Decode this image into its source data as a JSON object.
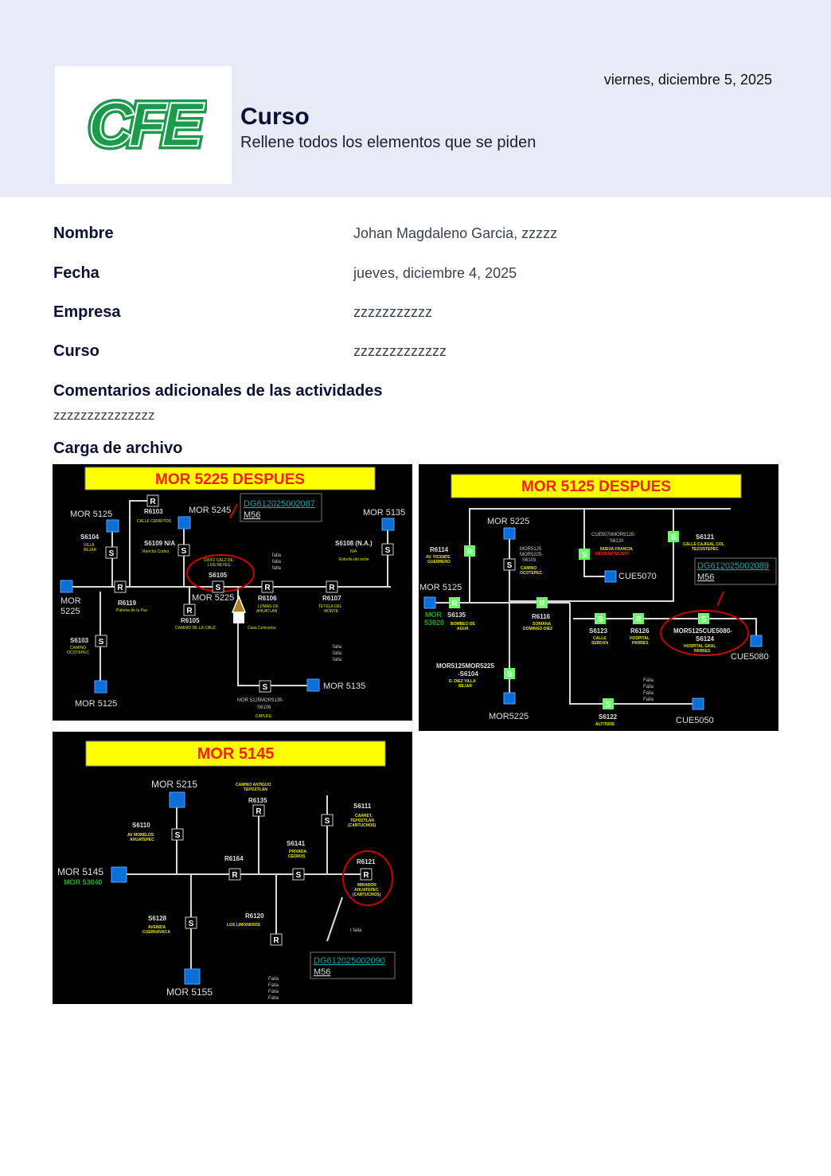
{
  "header": {
    "logo_text": "CFE",
    "title": "Curso",
    "subtitle": "Rellene todos los elementos que se piden",
    "date": "viernes, diciembre 5, 2025"
  },
  "fields": [
    {
      "label": "Nombre",
      "value": "Johan Magdaleno Garcia, zzzzz"
    },
    {
      "label": "Fecha",
      "value": "jueves, diciembre 4, 2025"
    },
    {
      "label": "Empresa",
      "value": "zzzzzzzzzzz"
    },
    {
      "label": "Curso",
      "value": "zzzzzzzzzzzzz"
    }
  ],
  "comments": {
    "label": "Comentarios adicionales de las actividades",
    "value": "zzzzzzzzzzzzzzz"
  },
  "upload": {
    "label": "Carga de archivo",
    "images": [
      {
        "title": "MOR 5225 DESPUES",
        "labels": {
          "mor5125_top": "MOR  5125",
          "r6103": "R6103",
          "r6103_loc": "CALLE CERRITOS",
          "mor5245": "MOR  5245",
          "ticket": "DG612025002087",
          "ticket_code": "M56",
          "mor5135_top": "MOR  5135",
          "s6104": "S6104",
          "s6104_loc1": "VILLA",
          "s6104_loc2": "BEJAR",
          "s6109": "S6109 N/A",
          "s6109_loc": "Rancho Cortez",
          "s6105_loc1": "OXXO  CALZ DE",
          "s6105_loc2": "LOS REYES",
          "s6105": "S6105",
          "s6108": "S6108 (N.A.)",
          "s6108_loc1": "N/A",
          "s6108_loc2": "Estrella del norte",
          "mor5225_a": "MOR",
          "mor5225_b": "5225",
          "r6119": "R6119",
          "r6119_loc": "Paloma de la Paz",
          "mor5225_mid": "MOR  5225",
          "r6105": "R6105",
          "r6105_loc": "CAMINO DE LA CRUZ",
          "r6106": "R6106",
          "r6106_loc1": "LOMAS DE",
          "r6106_loc2": "AHUATLAN",
          "r6107": "R6107",
          "r6107_loc1": "TETELA DEL",
          "r6107_loc2": "MONTE",
          "casa": "Casa Ceniceros",
          "s6103": "S6103",
          "s6103_loc1": "CAMINO",
          "s6103_loc2": "OCOTEPEC",
          "mor5135_bottom": "MOR  5135",
          "s6106_a": "MOR 5225MOR5135-",
          "s6106_b": "S6106",
          "s6106_loc": "CAPUFE",
          "mor5125_bottom": "MOR 5125",
          "falla": "falla"
        }
      },
      {
        "title": "MOR 5125 DESPUES",
        "labels": {
          "mor5225_top": "MOR 5225",
          "r6114": "R6114",
          "r6114_loc1": "AV. VICENTE",
          "r6114_loc2": "GUERRERO",
          "s6103_a": "MOR5125",
          "s6103_b": "MOR5225-",
          "s6103_c": "S6103",
          "s6103_loc1": "CAMINO",
          "s6103_loc2": "OCOTEPEC",
          "s6120_a": "CUE5070MOR5125-",
          "s6120_b": "S6120",
          "s6120_loc": "NUEVA FRANCIA",
          "s6120_status": "DESMANTELADO",
          "cue5070": "CUE5070",
          "s6121": "S6121",
          "s6121_loc1": "CALLE CAJIGAL COL",
          "s6121_loc2": "TEZONTEPEC",
          "ticket": "DG612025002089",
          "ticket_code": "M56",
          "mor5125": "MOR 5125",
          "mor53020_a": "MOR",
          "mor53020_b": "53020",
          "s6135": "S6135",
          "s6135_loc1": "BOMBEO DE",
          "s6135_loc2": "AGUA",
          "r6116": "R6116",
          "r6116_loc1": "SORIANA",
          "r6116_loc2": "DOMINGO DIEZ",
          "s6123": "S6123",
          "s6123_loc1": "CALLE",
          "s6123_loc2": "SERDAN",
          "r6126": "R6126",
          "r6126_loc1": "HOSPITAL",
          "r6126_loc2": "PARRES",
          "s6124_a": "MOR5125CUE5080-",
          "s6124_b": "S6124",
          "s6124_loc1": "HOSPITAL  GRAL",
          "s6124_loc2": "PARRES",
          "cue5080": "CUE5080",
          "s6104_a": "MOR5125MOR5225",
          "s6104_b": "-S6104",
          "s6104_loc1": "D. DIEZ  VILLA",
          "s6104_loc2": "BEJAR",
          "mor5225_bottom": "MOR5225",
          "s6122": "S6122",
          "s6122_loc": "ALTITUDE",
          "cue5050": "CUE5050",
          "falla": "Falla"
        }
      },
      {
        "title": "MOR 5145",
        "labels": {
          "mor5215": "MOR 5215",
          "r6135_loc1": "CAMINO ANTIGUO",
          "r6135_loc2": "TEPOZTLAN",
          "r6135": "R6135",
          "s6111": "S6111",
          "s6111_loc1": "CARRET.",
          "s6111_loc2": "TEPOZTLAN",
          "s6111_loc3": "(CARTUCHOS)",
          "s6110": "S6110",
          "s6110_loc1": "AV MORELOS",
          "s6110_loc2": "AHUATEPEC",
          "s6141": "S6141",
          "s6141_loc1": "PRIVADA",
          "s6141_loc2": "CEDROS",
          "r6164": "R6164",
          "r6121": "R6121",
          "r6121_loc1": "MIRADOR",
          "r6121_loc2": "AHUATEPEC",
          "r6121_loc3": "(CARTUCHOS)",
          "mor5145": "MOR 5145",
          "mor53040": "MOR 53040",
          "s6128": "S6128",
          "s6128_loc1": "AVENIDA",
          "s6128_loc2": "CUERNAVACA",
          "r6120": "R6120",
          "r6120_loc": "LOS LIMONEROS",
          "ticket": "DG612025002090",
          "ticket_code": "M56",
          "mor5155": "MOR 5155",
          "falla": "Falla",
          "one_falla": "I falla"
        }
      }
    ]
  },
  "colors": {
    "header_bg": "#e8eaf6",
    "title_text": "#0b1033",
    "value_text": "#3c4150",
    "cfe_green": "#1a9a4a",
    "diagram_title_bg": "#ffff00",
    "diagram_title_text": "#ff1a1a",
    "node_blue": "#0a6fd6",
    "node_green": "#66ff66",
    "location_text": "#e6e600",
    "ticket_link": "#1aa3a3",
    "circle_red": "#cc0000"
  }
}
